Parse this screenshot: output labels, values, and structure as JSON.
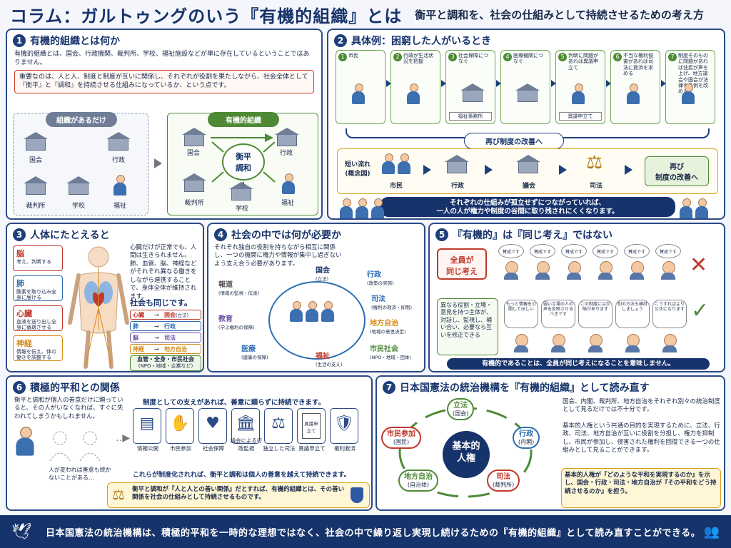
{
  "header": {
    "title": "コラム：ガルトゥングのいう『有機的組織』とは",
    "subtitle": "衡平と調和を、社会の仕組みとして持続させるための考え方"
  },
  "p1": {
    "num": "1",
    "title": "有機的組織とは何か",
    "intro": "有機的組織とは、国会、行政機関、裁判所、学校、福祉施設などが単に存在しているということではありません。",
    "key": "重要なのは、人と人、制度と制度が互いに関係し、それぞれが役割を果たしながら、社会全体として『衡平』と『調和』を持続させる仕組みになっているか、という点です。",
    "left_label": "組織があるだけ",
    "right_label": "有機的組織",
    "left_items": [
      "国会",
      "行政",
      "裁判所",
      "学校",
      "福祉"
    ],
    "right_items": [
      "国会",
      "行政",
      "裁判所",
      "学校",
      "福祉"
    ],
    "center": "衡平\n調和"
  },
  "p2": {
    "num": "2",
    "title": "具体例：困窮した人がいるとき",
    "steps": [
      {
        "n": "1",
        "t": "市民"
      },
      {
        "n": "2",
        "t": "行政が生活状況を把握"
      },
      {
        "n": "3",
        "t": "社会保障につなぐ"
      },
      {
        "n": "4",
        "t": "医療機関につなぐ"
      },
      {
        "n": "5",
        "t": "判断に問題があれば異議申立て"
      },
      {
        "n": "6",
        "t": "不当な権利侵害があれば司法に救済を求める"
      },
      {
        "n": "7",
        "t": "制度そのものに問題があれば住民が声を上げ、地方議会や国会が法律や条例を改める"
      }
    ],
    "step_signs": {
      "welfare_office": "福祉事務所",
      "appeal": "異議申立て"
    },
    "loop_label": "再び制度の改善へ",
    "flow_title": "短い流れ\n(概念図)",
    "flow": [
      "市民",
      "行政",
      "議会",
      "司法",
      "再び\n制度の改善へ"
    ],
    "banner": "それぞれの仕組みが孤立せずにつながっていれば、\n一人の人が権力や制度の谷間に取り残されにくくなります。"
  },
  "p3": {
    "num": "3",
    "title": "人体にたとえると",
    "organs": [
      {
        "name": "脳",
        "desc": "考え、判断する",
        "color": "#c0392b"
      },
      {
        "name": "肺",
        "desc": "酸素を取り込み全身に届ける",
        "color": "#2e6db4"
      },
      {
        "name": "心臓",
        "desc": "血液を送り出し全身に循環させる",
        "color": "#c0392b"
      },
      {
        "name": "神経",
        "desc": "情報を伝え、体の働きを調整する",
        "color": "#d48a1a"
      }
    ],
    "text": "心臓だけが正常でも、人間は生きられません。肺、血管、脳、神経などがそれぞれ異なる働きをしながら連携することで、身体全体が維持されます。",
    "same": "社会も同じです。",
    "map": [
      {
        "a": "心臓",
        "b": "国会",
        "sub": "(立法)"
      },
      {
        "a": "肺",
        "b": "行政",
        "sub": ""
      },
      {
        "a": "脳",
        "b": "司法",
        "sub": ""
      },
      {
        "a": "神経",
        "b": "地方自治",
        "sub": ""
      }
    ],
    "bottom": "血管・全身・市民社会",
    "bottom_sub": "(NPO・地域・企業など)"
  },
  "p4": {
    "num": "4",
    "title": "社会の中では何が必要か",
    "text": "それぞれ独自の役割を持ちながら相互に関係し、一つの機関に権力や情報が集中し過ぎないよう支え合う必要があります。",
    "nodes": [
      {
        "t": "国会",
        "s": "(立法)"
      },
      {
        "t": "行政",
        "s": "(政策の実施)"
      },
      {
        "t": "司法",
        "s": "(権利の救済・抑制)"
      },
      {
        "t": "地方自治",
        "s": "(地域の意思決定)"
      },
      {
        "t": "市民社会",
        "s": "(NPO・地域・団体)"
      },
      {
        "t": "福祉",
        "s": "(生活の支え)"
      },
      {
        "t": "医療",
        "s": "(健康の保障)"
      },
      {
        "t": "教育",
        "s": "(学ぶ権利の保障)"
      },
      {
        "t": "報道",
        "s": "(情報の監視・伝達)"
      }
    ]
  },
  "p5": {
    "num": "5",
    "title": "『有機的』は『同じ考え』ではない",
    "bad_label": "全員が\n同じ考え",
    "bad_bubbles": [
      "賛成です",
      "賛成です",
      "賛成です",
      "賛成です",
      "賛成です",
      "賛成です"
    ],
    "good_text": "異なる役割・立場・意見を持つ主体が、対話し、監視し、補い合い、必要なら互いを修正できる",
    "good_bubbles": [
      "もっと情報を公開してほしい",
      "弱い立場の人の声を反映させるべきです",
      "この制度には欠陥があります",
      "別の方法も検討しましょう",
      "こうすればより公正になります"
    ],
    "banner": "有機的であることは、全員が同じ考えになることを意味しません。"
  },
  "p6": {
    "num": "6",
    "title": "積極的平和との関係",
    "left": "衡平と調和が個人の善意だけに頼っていると、その人がいなくなれば、すぐに失われてしまうかもしれません。",
    "bottom_left": "人が変われば善意も続かないことがある…",
    "top": "制度としての支えがあれば、善意に頼らずに持続できます。",
    "tools": [
      "情報公開",
      "市民参加",
      "社会保障",
      "議会による行政監視",
      "独立した司法",
      "異議申立て",
      "権利救済"
    ],
    "tool_sign": "異議申立て",
    "mid": "これらが制度化されれば、衡平と調和は個人の善意を越えて持続できます。",
    "bar": "衡平と調和が『人と人との善い関係』だとすれば、有機的組織とは、その善い関係を社会の仕組みとして持続させるものです。"
  },
  "p7": {
    "num": "7",
    "title": "日本国憲法の統治機構を『有機的組織』として読み直す",
    "center": "基本的\n人権",
    "nodes": [
      {
        "t": "立法",
        "s": "(国会)"
      },
      {
        "t": "行政",
        "s": "(内閣)"
      },
      {
        "t": "司法",
        "s": "(裁判所)"
      },
      {
        "t": "地方自治",
        "s": "(自治体)"
      },
      {
        "t": "市民参加",
        "s": "(国民)"
      }
    ],
    "text1": "国会、内閣、裁判所、地方自治をそれぞれ別々の統治制度として見るだけでは不十分です。",
    "text2": "基本的人権という共通の目的を実現するために、立法、行政、司法、地方自治が互いに役割を分担し、権力を抑制し、市民が参加し、侵害された権利を回復できる一つの仕組みとして見ることができます。",
    "box": "基本的人権が『どのような平和を実現するのか』を示し、国会・行政・司法・地方自治が『その平和をどう持続させるのか』を担う。"
  },
  "footer": {
    "text": "日本国憲法の統治機構は、積極的平和を一時的な理想ではなく、社会の中で繰り返し実現し続けるための『有機的組織』として読み直すことができる。"
  },
  "colors": {
    "navy": "#17336b",
    "green": "#4e8a36",
    "red": "#c0392b",
    "gold": "#d9a21b"
  }
}
